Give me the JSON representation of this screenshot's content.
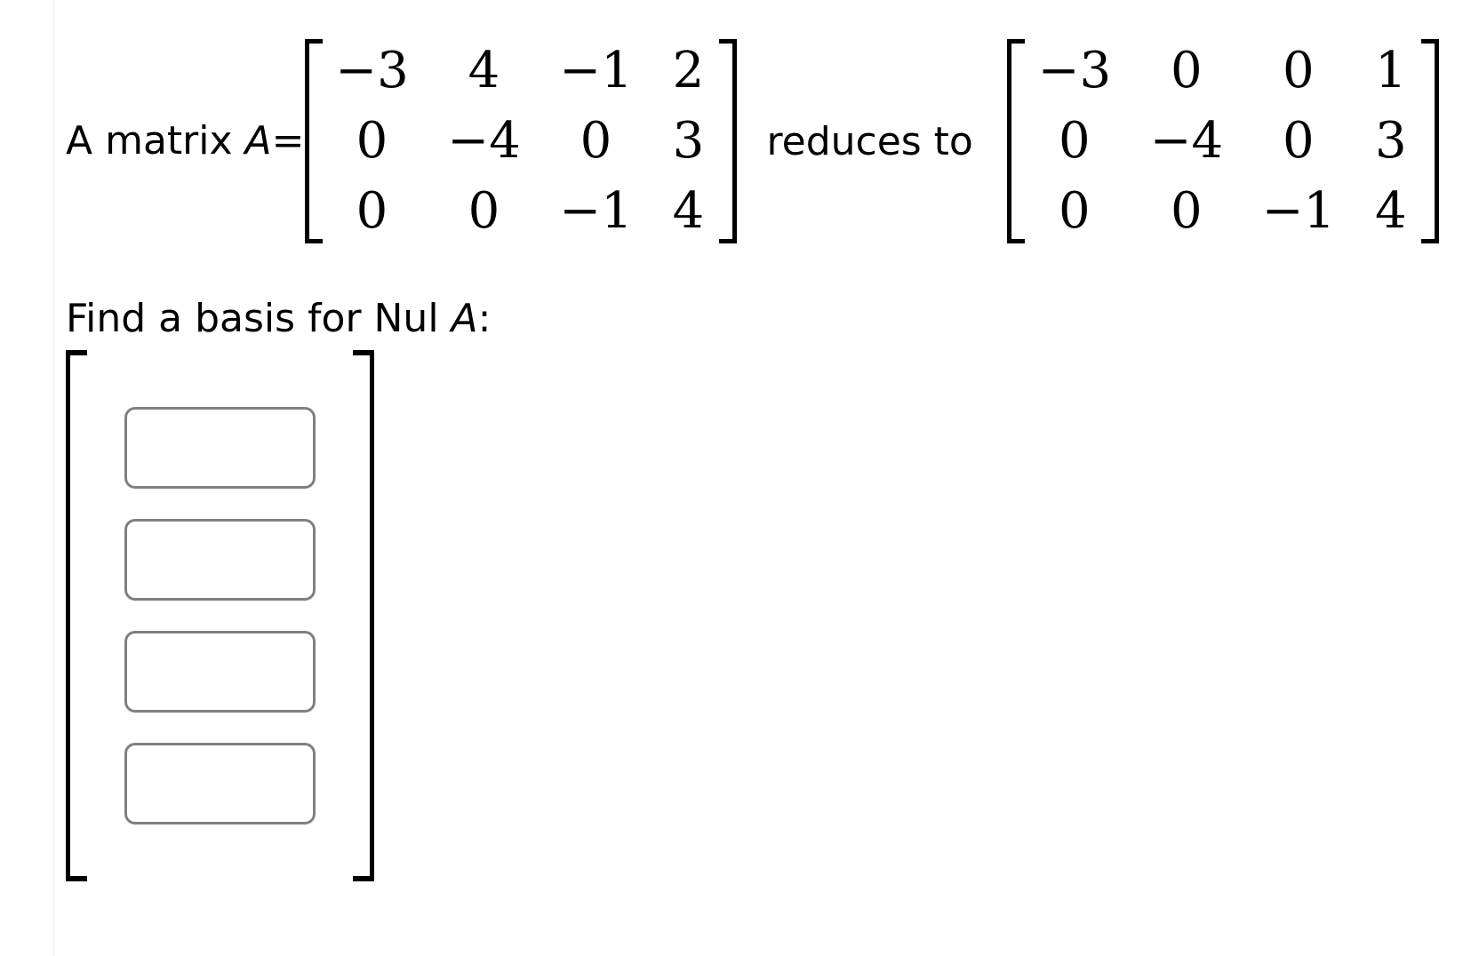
{
  "problem": {
    "lead_text_before": "A matrix ",
    "lead_symbol": "A",
    "lead_text_after": "=",
    "connector": "reduces to",
    "matrix_a": {
      "label": "A",
      "rows": [
        [
          "−3",
          "4",
          "−1",
          "2"
        ],
        [
          "0",
          "−4",
          "0",
          "3"
        ],
        [
          "0",
          "0",
          "−1",
          "4"
        ]
      ]
    },
    "matrix_reduced": {
      "rows": [
        [
          "−3",
          "0",
          "0",
          "1"
        ],
        [
          "0",
          "−4",
          "0",
          "3"
        ],
        [
          "0",
          "0",
          "−1",
          "4"
        ]
      ]
    }
  },
  "prompt": {
    "text_before": "Find a basis for Nul ",
    "symbol": "A",
    "text_after": ":"
  },
  "answer": {
    "inputs": [
      {
        "value": "",
        "placeholder": ""
      },
      {
        "value": "",
        "placeholder": ""
      },
      {
        "value": "",
        "placeholder": ""
      },
      {
        "value": "",
        "placeholder": ""
      }
    ]
  },
  "colors": {
    "background": "#ffffff",
    "text": "#000000",
    "input_border": "#808080",
    "left_rule": "#ededed"
  }
}
